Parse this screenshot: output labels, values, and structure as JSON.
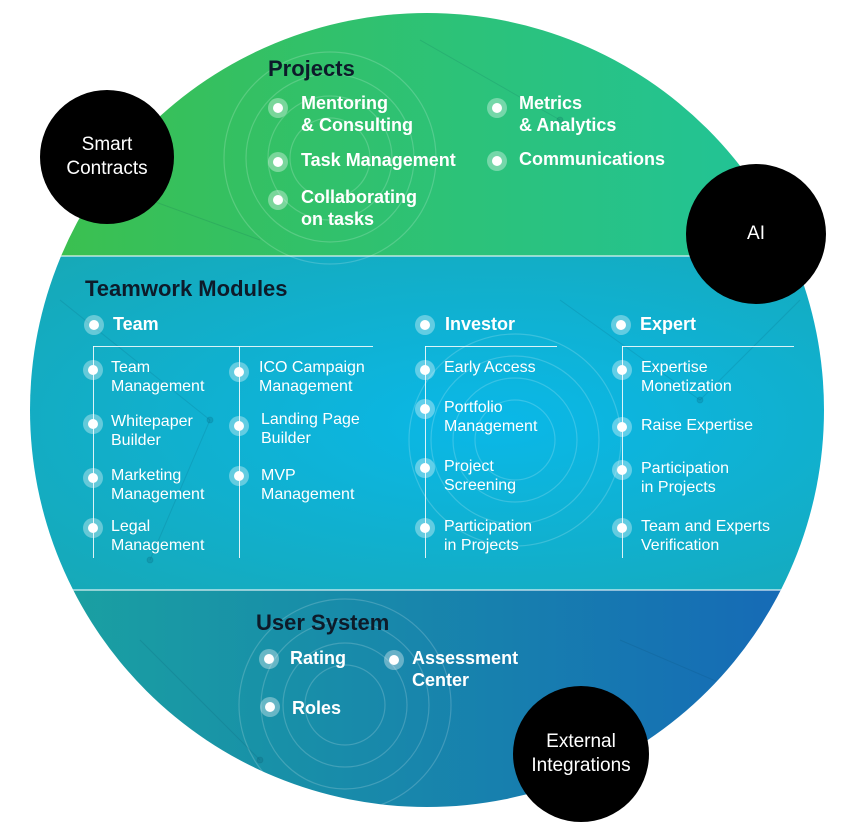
{
  "bubbles": {
    "smart_contracts": [
      "Smart",
      "Contracts"
    ],
    "ai": "AI",
    "external_integrations": [
      "External",
      "Integrations"
    ]
  },
  "projects": {
    "title": "Projects",
    "items": [
      [
        "Mentoring",
        "& Consulting"
      ],
      [
        "Task Management"
      ],
      [
        "Collaborating",
        "on tasks"
      ],
      [
        "Metrics",
        "& Analytics"
      ],
      [
        "Communications"
      ]
    ]
  },
  "teamwork": {
    "title": "Teamwork Modules",
    "team": {
      "label": "Team",
      "items": [
        [
          "Team",
          "Management"
        ],
        [
          "Whitepaper",
          "Builder"
        ],
        [
          "Marketing",
          "Management"
        ],
        [
          "Legal",
          "Management"
        ],
        [
          "ICO Campaign",
          "Management"
        ],
        [
          "Landing Page",
          "Builder"
        ],
        [
          "MVP",
          "Management"
        ]
      ]
    },
    "investor": {
      "label": "Investor",
      "items": [
        [
          "Early Access"
        ],
        [
          "Portfolio",
          "Management"
        ],
        [
          "Project",
          "Screening"
        ],
        [
          "Participation",
          "in Projects"
        ]
      ]
    },
    "expert": {
      "label": "Expert",
      "items": [
        [
          "Expertise",
          "Monetization"
        ],
        [
          "Raise Expertise"
        ],
        [
          "Participation",
          "in Projects"
        ],
        [
          "Team and Experts",
          "Verification"
        ]
      ]
    }
  },
  "user_system": {
    "title": "User System",
    "items": [
      [
        "Rating"
      ],
      [
        "Roles"
      ],
      [
        "Assessment",
        "Center"
      ]
    ]
  },
  "colors": {
    "top_band_start": "#3dbf4a",
    "top_band_end": "#1ec4a0",
    "middle_center": "#0ab8e8",
    "middle_edge": "#16a9b8",
    "bottom_start": "#1aa5a0",
    "bottom_end": "#1565b8",
    "title_dark": "#0d1b2a"
  }
}
